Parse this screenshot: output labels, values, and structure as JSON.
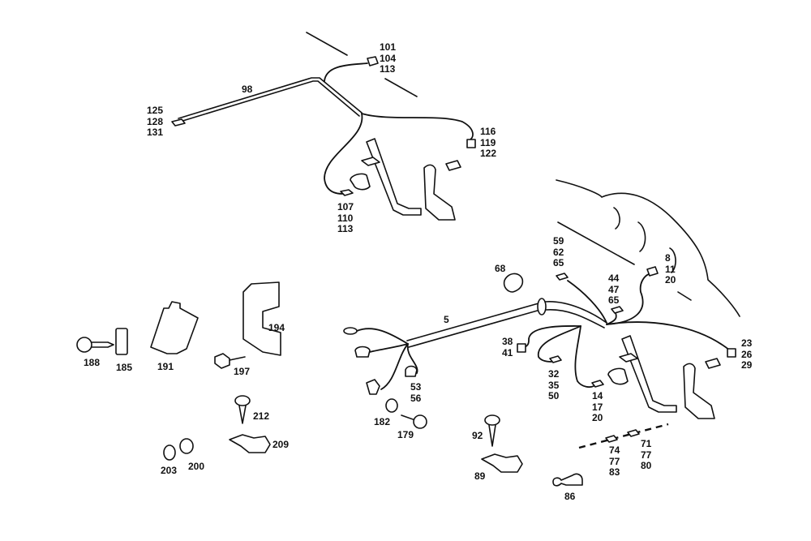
{
  "diagram": {
    "title": "Wiring harness exploded parts diagram",
    "callouts": {
      "harness_98": [
        "98"
      ],
      "top_connector": [
        "101",
        "104",
        "113"
      ],
      "left_connector": [
        "125",
        "128",
        "131"
      ],
      "top_right_connector": [
        "116",
        "119",
        "122"
      ],
      "top_pedal_connector": [
        "107",
        "110",
        "113"
      ],
      "screw_188": [
        "188"
      ],
      "plate_185": [
        "185"
      ],
      "bracket_191": [
        "191"
      ],
      "bracket_194": [
        "194"
      ],
      "bolt_197": [
        "197"
      ],
      "screw_212": [
        "212"
      ],
      "clip_209": [
        "209"
      ],
      "grommet_203": [
        "203"
      ],
      "grommet_200": [
        "200"
      ],
      "harness_5": [
        "5"
      ],
      "cap_68": [
        "68"
      ],
      "connector_59": [
        "59",
        "62",
        "65"
      ],
      "connector_44": [
        "44",
        "47",
        "65"
      ],
      "connector_8": [
        "8",
        "11",
        "20"
      ],
      "connector_38": [
        "38",
        "41"
      ],
      "connector_32": [
        "32",
        "35",
        "50"
      ],
      "connector_14": [
        "14",
        "17",
        "20"
      ],
      "connector_23": [
        "23",
        "26",
        "29"
      ],
      "connector_53": [
        "53",
        "56"
      ],
      "nut_182": [
        "182"
      ],
      "bolt_179": [
        "179"
      ],
      "screw_92": [
        "92"
      ],
      "clip_89": [
        "89"
      ],
      "boot_86": [
        "86"
      ],
      "connector_74": [
        "74",
        "77",
        "83"
      ],
      "connector_71": [
        "71",
        "77",
        "80"
      ]
    }
  }
}
